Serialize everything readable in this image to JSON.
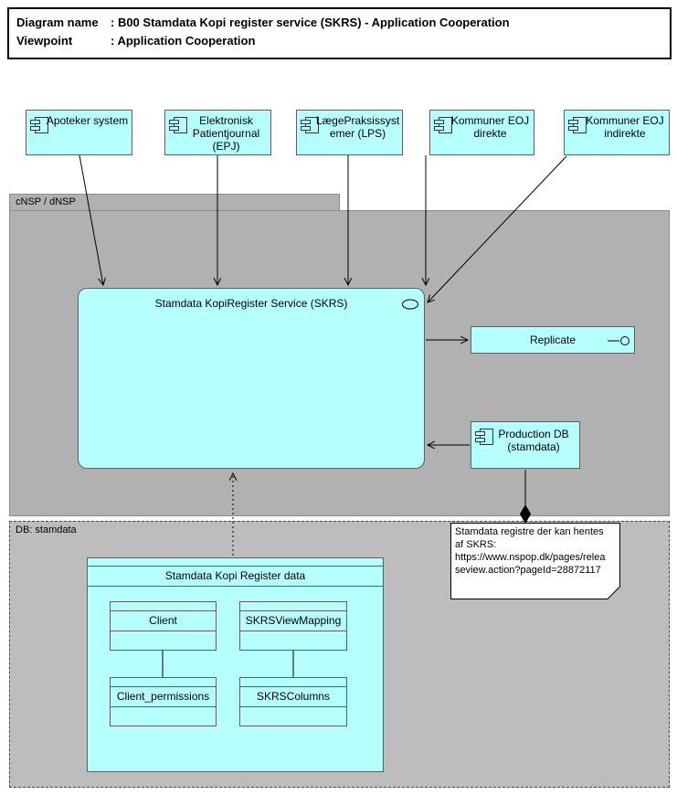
{
  "colors": {
    "element_fill": "#b5ffff",
    "element_border": "#5f5f5f",
    "group_fill": "#b1b1b1",
    "db_group_fill": "#bdbdbd",
    "line": "#000000",
    "note_fill": "#ffffff",
    "page_bg": "#ffffff"
  },
  "title_block": {
    "rows": [
      {
        "label": "Diagram name",
        "value": ": B00 Stamdata Kopi register service (SKRS) - Application Cooperation"
      },
      {
        "label": "Viewpoint",
        "value": ": Application Cooperation"
      }
    ]
  },
  "components": [
    {
      "label": "Apoteker system"
    },
    {
      "label": "Elektronisk Patientjournal (EPJ)"
    },
    {
      "label": "LægePraksissystemer (LPS)"
    },
    {
      "label": "Kommuner EOJ direkte"
    },
    {
      "label": "Kommuner EOJ indirekte"
    }
  ],
  "groups": {
    "cnsp": {
      "label": "cNSP / dNSP"
    },
    "db": {
      "label": "DB: stamdata"
    }
  },
  "service": {
    "label": "Stamdata KopiRegister Service (SKRS)"
  },
  "replicate": {
    "label": "Replicate"
  },
  "production_db": {
    "label": "Production DB (stamdata)"
  },
  "note": {
    "text": "Stamdata registre der kan hentes af SKRS: https://www.nspop.dk/pages/releaseview.action?pageId=28872117"
  },
  "db_model": {
    "title": "Stamdata Kopi Register data",
    "tables": [
      {
        "label": "Client"
      },
      {
        "label": "SKRSViewMapping"
      },
      {
        "label": "Client_permissions"
      },
      {
        "label": "SKRSColumns"
      }
    ]
  }
}
